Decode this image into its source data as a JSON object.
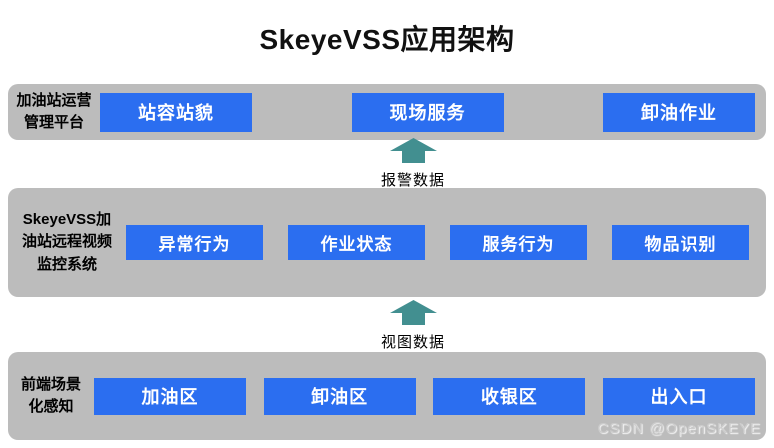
{
  "title": "SkeyeVSS应用架构",
  "layers": [
    {
      "name": "platform",
      "label": "加油站运营\n管理平台",
      "buttons": [
        "站容站貌",
        "现场服务",
        "卸油作业"
      ]
    },
    {
      "name": "vss",
      "label": "SkeyeVSS加\n油站远程视频\n监控系统",
      "buttons": [
        "异常行为",
        "作业状态",
        "服务行为",
        "物品识别"
      ]
    },
    {
      "name": "frontend",
      "label": "前端场景\n化感知",
      "buttons": [
        "加油区",
        "卸油区",
        "收银区",
        "出入口"
      ]
    }
  ],
  "arrows": [
    {
      "label": "报警数据"
    },
    {
      "label": "视图数据"
    }
  ],
  "watermark": "CSDN @OpenSKEYE",
  "colors": {
    "band": "#bcbcbc",
    "button": "#2b6ef0",
    "arrow": "#428f90",
    "button_text": "#ffffff",
    "title_text": "#111111"
  }
}
